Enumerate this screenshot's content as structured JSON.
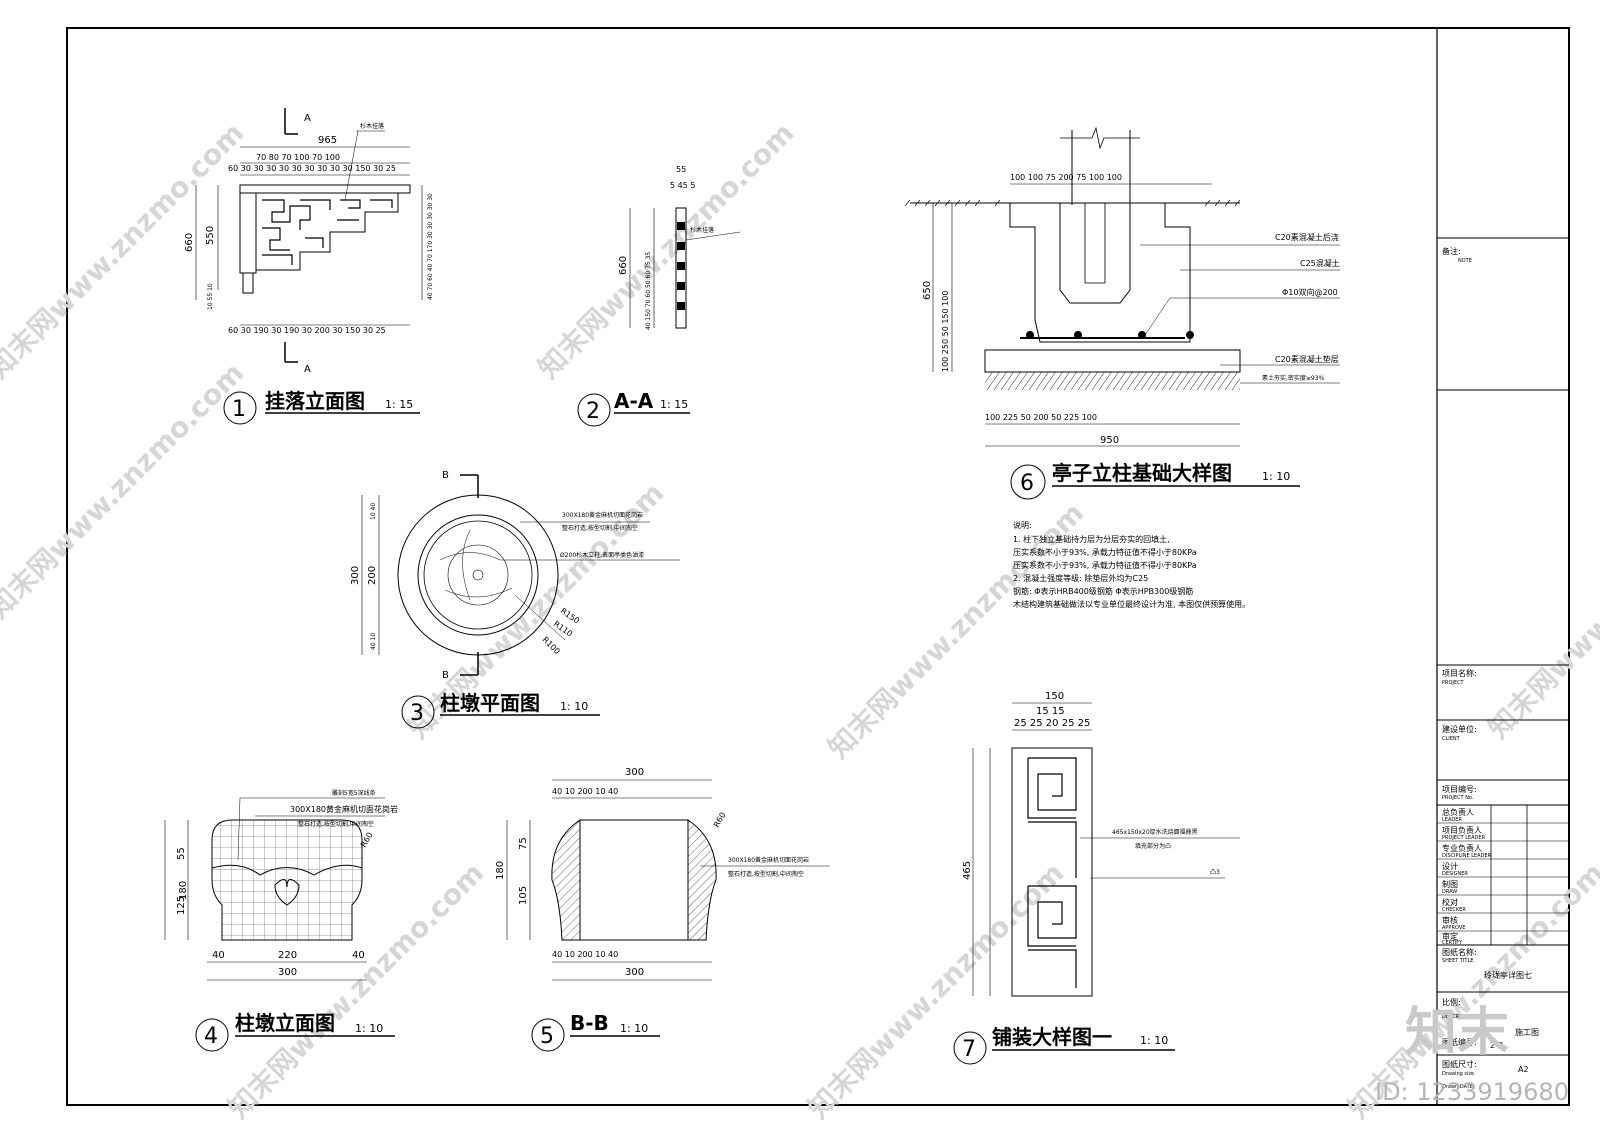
{
  "drawings": {
    "d1": {
      "num": "1",
      "title": "挂落立面图",
      "scale": "1: 15",
      "section": "A",
      "dim_total": "965",
      "dim_top1": "70  80  70  100  70  100",
      "dim_top2": "60  30  30  30  30  30  30  30  30  30 150  30 25",
      "dim_bot": "60  30  190  30  190  30  200  30 150  30 25",
      "dim_left1": "660",
      "dim_left2": "550",
      "dim_left3": "10 55 10",
      "dim_right": "40  70 60 40 70  170 30 30 30 30 30",
      "label": "杉木挂落"
    },
    "d2": {
      "num": "2",
      "title": "A-A",
      "scale": "1: 15",
      "dim_top1": "55",
      "dim_top2": "5 45 5",
      "dim_left": "660",
      "dim_left2": "40  150  70 60 50 60  75 35",
      "label": "杉木挂落"
    },
    "d3": {
      "num": "3",
      "title": "柱墩平面图",
      "scale": "1: 10",
      "section": "B",
      "dim_left": "300",
      "dim_left2": "200",
      "dim_left3": "10 40",
      "dim_left4": "40 10",
      "note1": "300X180黄金麻机切面花岗岩",
      "note2": "整石打造,按型切割,中间掏空",
      "note3": "Ø200杉木立柱,表面亭类色油漆",
      "r1": "R150",
      "r2": "R110",
      "r3": "R100"
    },
    "d4": {
      "num": "4",
      "title": "柱墩立面图",
      "scale": "1: 10",
      "note1": "雕刻5宽5深线条",
      "note2": "300X180黄金麻机切面花岗岩",
      "note3": "整石打造,按型切割,中间掏空",
      "r": "R60",
      "dim_h": "180",
      "dim_h1": "55",
      "dim_h2": "125",
      "dim_b1": "40",
      "dim_b2": "220",
      "dim_b3": "40",
      "dim_total": "300"
    },
    "d5": {
      "num": "5",
      "title": "B-B",
      "scale": "1: 10",
      "dim_total": "300",
      "dim_t": "40 10   200   10 40",
      "dim_h": "180",
      "dim_h1": "75",
      "dim_h2": "105",
      "r": "R60",
      "note1": "300X180黄金麻机切面花岗岩",
      "note2": "整石打造,按型切割,中间掏空"
    },
    "d6": {
      "num": "6",
      "title": "亭子立柱基础大样图",
      "scale": "1: 10",
      "dim_top": "100  100  75    200    75  100  100",
      "dim_bot": "100    225    50   200   50    225    100",
      "dim_total": "950",
      "dim_left": "650",
      "dim_v": "100  250  50  150  100",
      "labels": [
        "C20素混凝土后浇",
        "C25混凝土",
        "Φ10双向@200",
        "C20素混凝土垫层",
        "素土夯实,密实度≥93%"
      ]
    },
    "d7": {
      "num": "7",
      "title": "铺装大样图一",
      "scale": "1: 10",
      "dim_w": "150",
      "dim_w2": "15  15",
      "dim_w3": "25 25  20  25 25",
      "dim_h": "465",
      "note1": "465x150x20厚水洗烧面福鼎黑",
      "note2": "填充部分为凸",
      "note3": "凸3"
    }
  },
  "notes": {
    "heading": "说明:",
    "lines": [
      "1. 柱下独立基础持力层为分层夯实的回填土,",
      "   压实系数不小于93%, 承载力特征值不得小于80KPa",
      "   压实系数不小于93%, 承载力特征值不得小于80KPa",
      "2. 混凝土强度等级: 除垫层外均为C25",
      "   钢筋: Φ表示HRB400级钢筋 Φ表示HPB300级钢筋",
      "   木结构建筑基础做法以专业单位最终设计为准, 本图仅供预算使用。"
    ]
  },
  "titleblock": {
    "note_label": "备注:",
    "note_en": "NOTE",
    "project": "项目名称:",
    "project_en": "PROJECT",
    "client": "建设单位:",
    "client_en": "CLIENT",
    "project_no": "项目编号:",
    "project_no_en": "PROJECT No.",
    "roles": [
      {
        "cn": "总负责人",
        "en": "LEADER"
      },
      {
        "cn": "项目负责人",
        "en": "PROJECT LEADER"
      },
      {
        "cn": "专业负责人",
        "en": "DISCIPLINE LEADER"
      },
      {
        "cn": "设计",
        "en": "DESIGNER"
      },
      {
        "cn": "制图",
        "en": "DRAW"
      },
      {
        "cn": "校对",
        "en": "CHECKER"
      },
      {
        "cn": "审核",
        "en": "APPROVE"
      },
      {
        "cn": "审定",
        "en": "CERTIFY"
      }
    ],
    "sheet_title_label": "图纸名称:",
    "sheet_title_en": "SHEET TITLE",
    "sheet_title": "玲珑亭详图七",
    "ratio": "比例:",
    "desc": "DESCRIPTION",
    "desc_val": "施工图",
    "sheet_no": "图纸编号:",
    "sheet_no_val": "2-3",
    "size_label": "图纸尺寸:",
    "size_en": "Drawing size",
    "size_val": "A2",
    "date_label": "Drawn DATE"
  },
  "watermark": {
    "site": "知末网www.znzmo.com",
    "brand": "知末",
    "id": "ID: 1233919680"
  }
}
